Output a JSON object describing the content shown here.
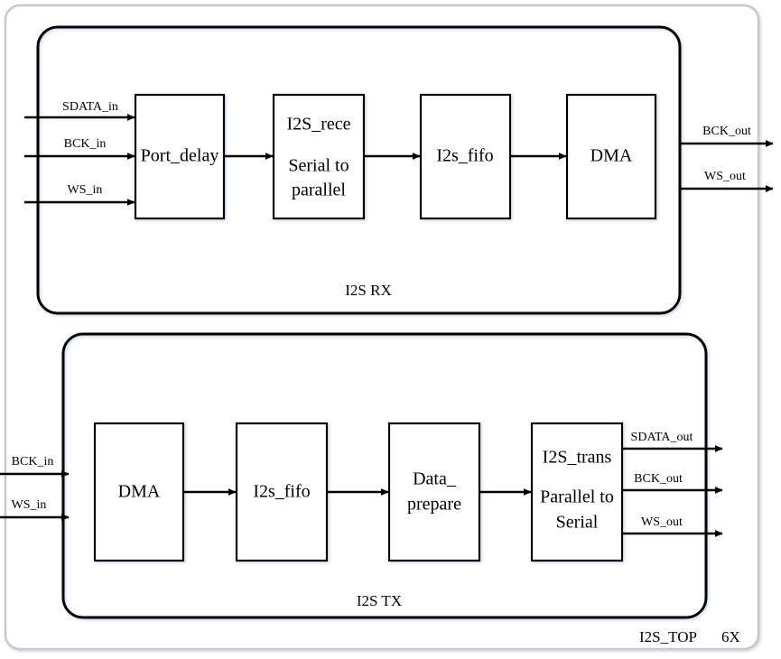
{
  "diagram": {
    "title": "I2S_TOP",
    "multiplicity": "6X",
    "colors": {
      "stroke": "#000000",
      "outer_frame": "#c9c9c9",
      "block_fill": "#ffffff",
      "background": "#ffffff"
    },
    "groups": [
      {
        "id": "rx",
        "label": "I2S RX"
      },
      {
        "id": "tx",
        "label": "I2S TX"
      }
    ],
    "rx": {
      "label": "I2S RX",
      "blocks": [
        {
          "id": "port-delay",
          "line1": "Port_delay",
          "line2": "",
          "line3": ""
        },
        {
          "id": "i2s-rece",
          "line1": "I2S_rece",
          "line2": "Serial to",
          "line3": "parallel"
        },
        {
          "id": "i2s-fifo-rx",
          "line1": "I2s_fifo",
          "line2": "",
          "line3": ""
        },
        {
          "id": "dma-rx",
          "line1": "DMA",
          "line2": "",
          "line3": ""
        }
      ],
      "inputs": [
        {
          "id": "sdata-in",
          "label": "SDATA_in"
        },
        {
          "id": "bck-in",
          "label": "BCK_in"
        },
        {
          "id": "ws-in",
          "label": "WS_in"
        }
      ],
      "outputs": [
        {
          "id": "bck-out",
          "label": "BCK_out"
        },
        {
          "id": "ws-out",
          "label": "WS_out"
        }
      ]
    },
    "tx": {
      "label": "I2S TX",
      "blocks": [
        {
          "id": "dma-tx",
          "line1": "DMA",
          "line2": "",
          "line3": ""
        },
        {
          "id": "i2s-fifo-tx",
          "line1": "I2s_fifo",
          "line2": "",
          "line3": ""
        },
        {
          "id": "data-prepare",
          "line1": "Data_",
          "line2": "prepare",
          "line3": ""
        },
        {
          "id": "i2s-trans",
          "line1": "I2S_trans",
          "line2": "Parallel to",
          "line3": "Serial"
        }
      ],
      "inputs": [
        {
          "id": "bck-in-tx",
          "label": "BCK_in"
        },
        {
          "id": "ws-in-tx",
          "label": "WS_in"
        }
      ],
      "outputs": [
        {
          "id": "sdata-out",
          "label": "SDATA_out"
        },
        {
          "id": "bck-out-tx",
          "label": "BCK_out"
        },
        {
          "id": "ws-out-tx",
          "label": "WS_out"
        }
      ]
    }
  }
}
